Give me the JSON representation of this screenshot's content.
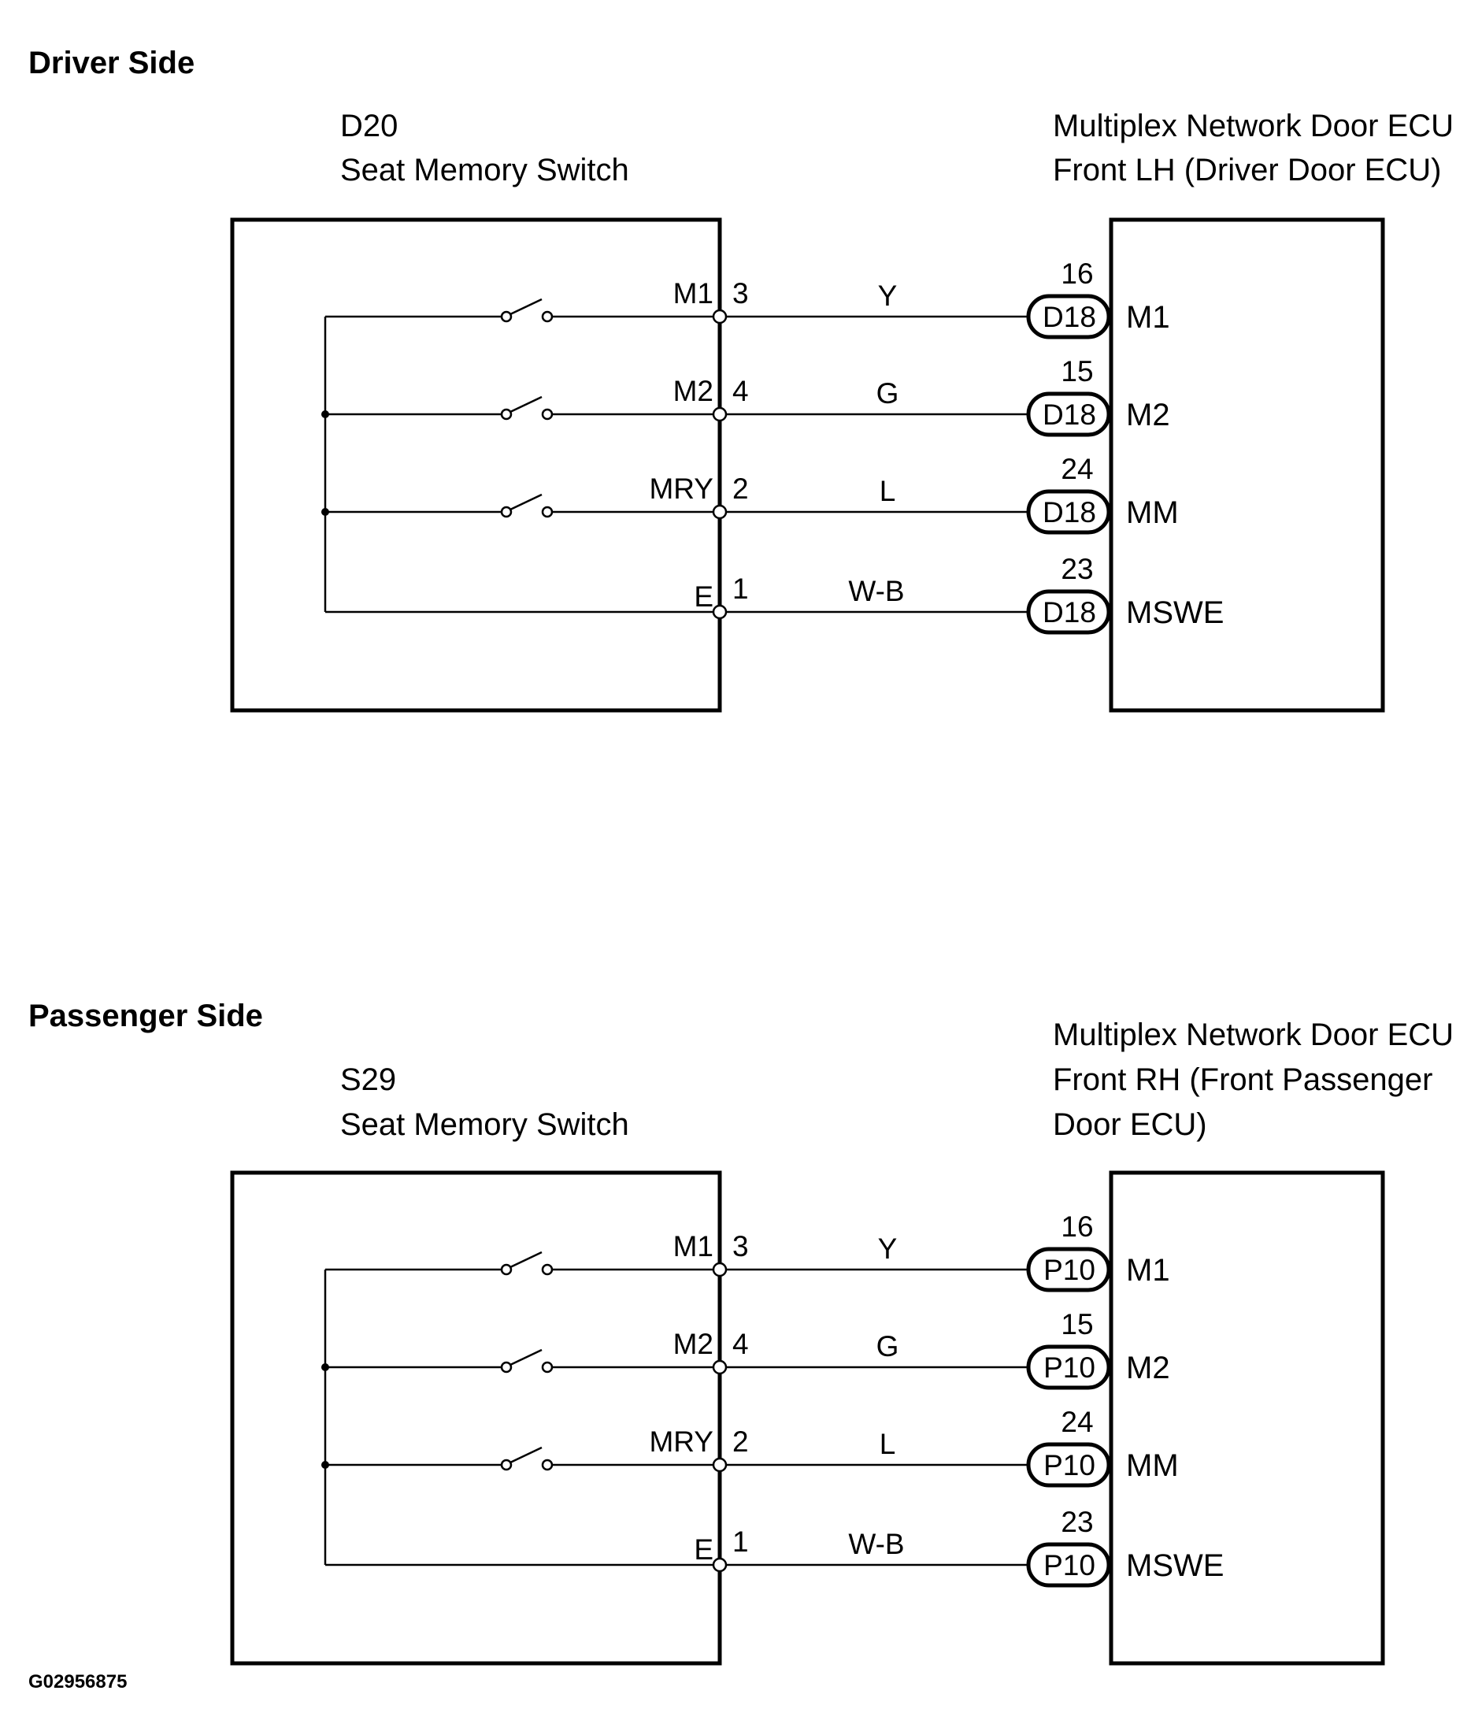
{
  "diagram_code": "G02956875",
  "sections": [
    {
      "title": "Driver Side",
      "switch": {
        "code": "D20",
        "name": "Seat Memory Switch"
      },
      "ecu": {
        "lines": [
          "Multiplex Network Door ECU",
          "Front LH (Driver Door ECU)"
        ]
      },
      "circuits": [
        {
          "terminal": "M1",
          "pin": "3",
          "wire": "Y",
          "ecu_pin": "16",
          "connector": "D18",
          "ecu_terminal": "M1",
          "switch": true
        },
        {
          "terminal": "M2",
          "pin": "4",
          "wire": "G",
          "ecu_pin": "15",
          "connector": "D18",
          "ecu_terminal": "M2",
          "switch": true
        },
        {
          "terminal": "MRY",
          "pin": "2",
          "wire": "L",
          "ecu_pin": "24",
          "connector": "D18",
          "ecu_terminal": "MM",
          "switch": true
        },
        {
          "terminal": "E",
          "pin": "1",
          "wire": "W-B",
          "ecu_pin": "23",
          "connector": "D18",
          "ecu_terminal": "MSWE",
          "switch": false
        }
      ]
    },
    {
      "title": "Passenger Side",
      "switch": {
        "code": "S29",
        "name": "Seat Memory Switch"
      },
      "ecu": {
        "lines": [
          "Multiplex Network Door ECU",
          "Front RH (Front Passenger",
          "Door ECU)"
        ]
      },
      "circuits": [
        {
          "terminal": "M1",
          "pin": "3",
          "wire": "Y",
          "ecu_pin": "16",
          "connector": "P10",
          "ecu_terminal": "M1",
          "switch": true
        },
        {
          "terminal": "M2",
          "pin": "4",
          "wire": "G",
          "ecu_pin": "15",
          "connector": "P10",
          "ecu_terminal": "M2",
          "switch": true
        },
        {
          "terminal": "MRY",
          "pin": "2",
          "wire": "L",
          "ecu_pin": "24",
          "connector": "P10",
          "ecu_terminal": "MM",
          "switch": true
        },
        {
          "terminal": "E",
          "pin": "1",
          "wire": "W-B",
          "ecu_pin": "23",
          "connector": "P10",
          "ecu_terminal": "MSWE",
          "switch": false
        }
      ]
    }
  ]
}
